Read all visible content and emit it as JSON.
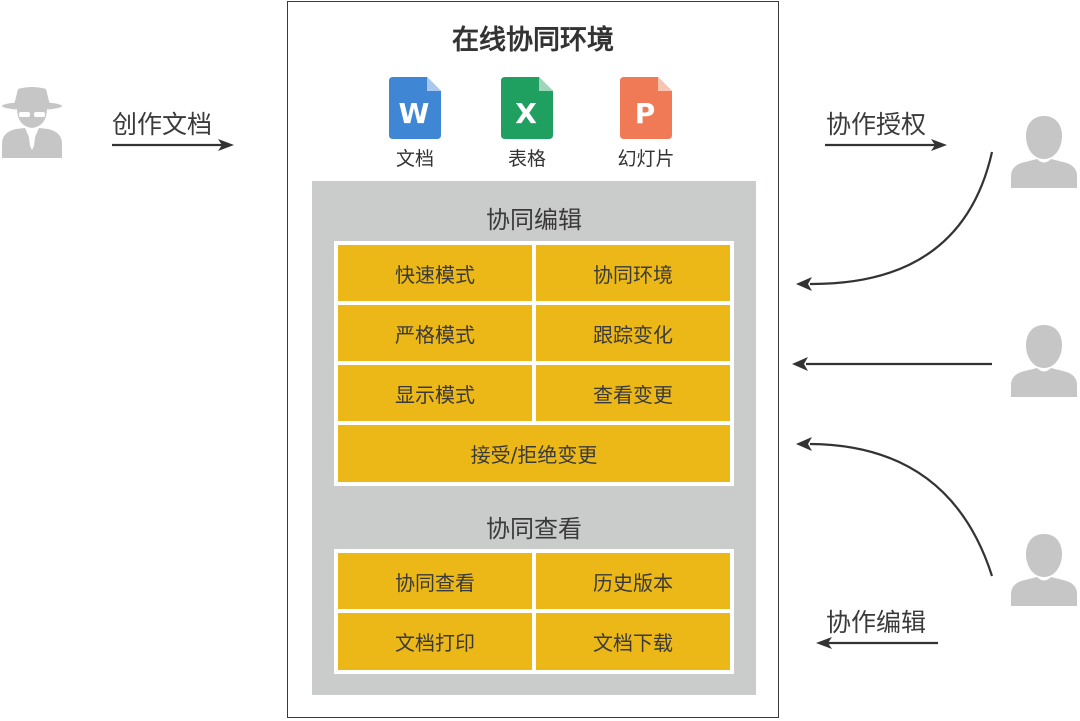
{
  "env": {
    "title": "在线协同环境",
    "apps": [
      {
        "label": "文档",
        "letter": "W",
        "color": "#3f86d4"
      },
      {
        "label": "表格",
        "letter": "X",
        "color": "#20a060"
      },
      {
        "label": "幻灯片",
        "letter": "P",
        "color": "#ef7a55"
      }
    ]
  },
  "collab_edit": {
    "title": "协同编辑",
    "cells": [
      "快速模式",
      "协同环境",
      "严格模式",
      "跟踪变化",
      "显示模式",
      "查看变更",
      "接受/拒绝变更"
    ]
  },
  "collab_view": {
    "title": "协同查看",
    "cells": [
      "协同查看",
      "历史版本",
      "文档打印",
      "文档下载"
    ]
  },
  "left": {
    "label": "创作文档",
    "icon": "anonymous-user-icon"
  },
  "right": {
    "top_label": "协作授权",
    "bottom_label": "协作编辑",
    "icons": [
      "user-icon",
      "user-icon",
      "user-icon"
    ]
  },
  "colors": {
    "cell": "#ecb818",
    "panel": "#cacbcb",
    "person": "#c6c6c6",
    "text": "#3a3a3a"
  }
}
